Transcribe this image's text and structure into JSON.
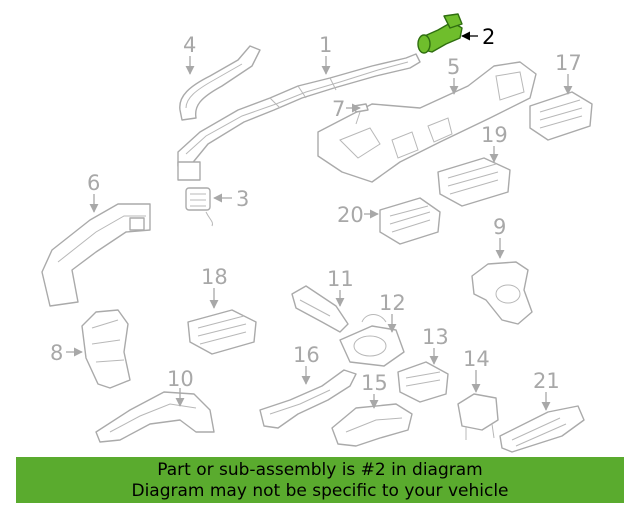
{
  "callouts": {
    "c1": "1",
    "c2": "2",
    "c3": "3",
    "c4": "4",
    "c5": "5",
    "c6": "6",
    "c7": "7",
    "c8": "8",
    "c9": "9",
    "c10": "10",
    "c11": "11",
    "c12": "12",
    "c13": "13",
    "c14": "14",
    "c15": "15",
    "c16": "16",
    "c17": "17",
    "c18": "18",
    "c19": "19",
    "c20": "20",
    "c21": "21"
  },
  "highlighted_part": "2",
  "highlight_color": "#6fbe2c",
  "banner": {
    "line1": "Part or sub-assembly is #2 in diagram",
    "line2": "Diagram may not be specific to your vehicle",
    "background": "#5aab2e"
  }
}
